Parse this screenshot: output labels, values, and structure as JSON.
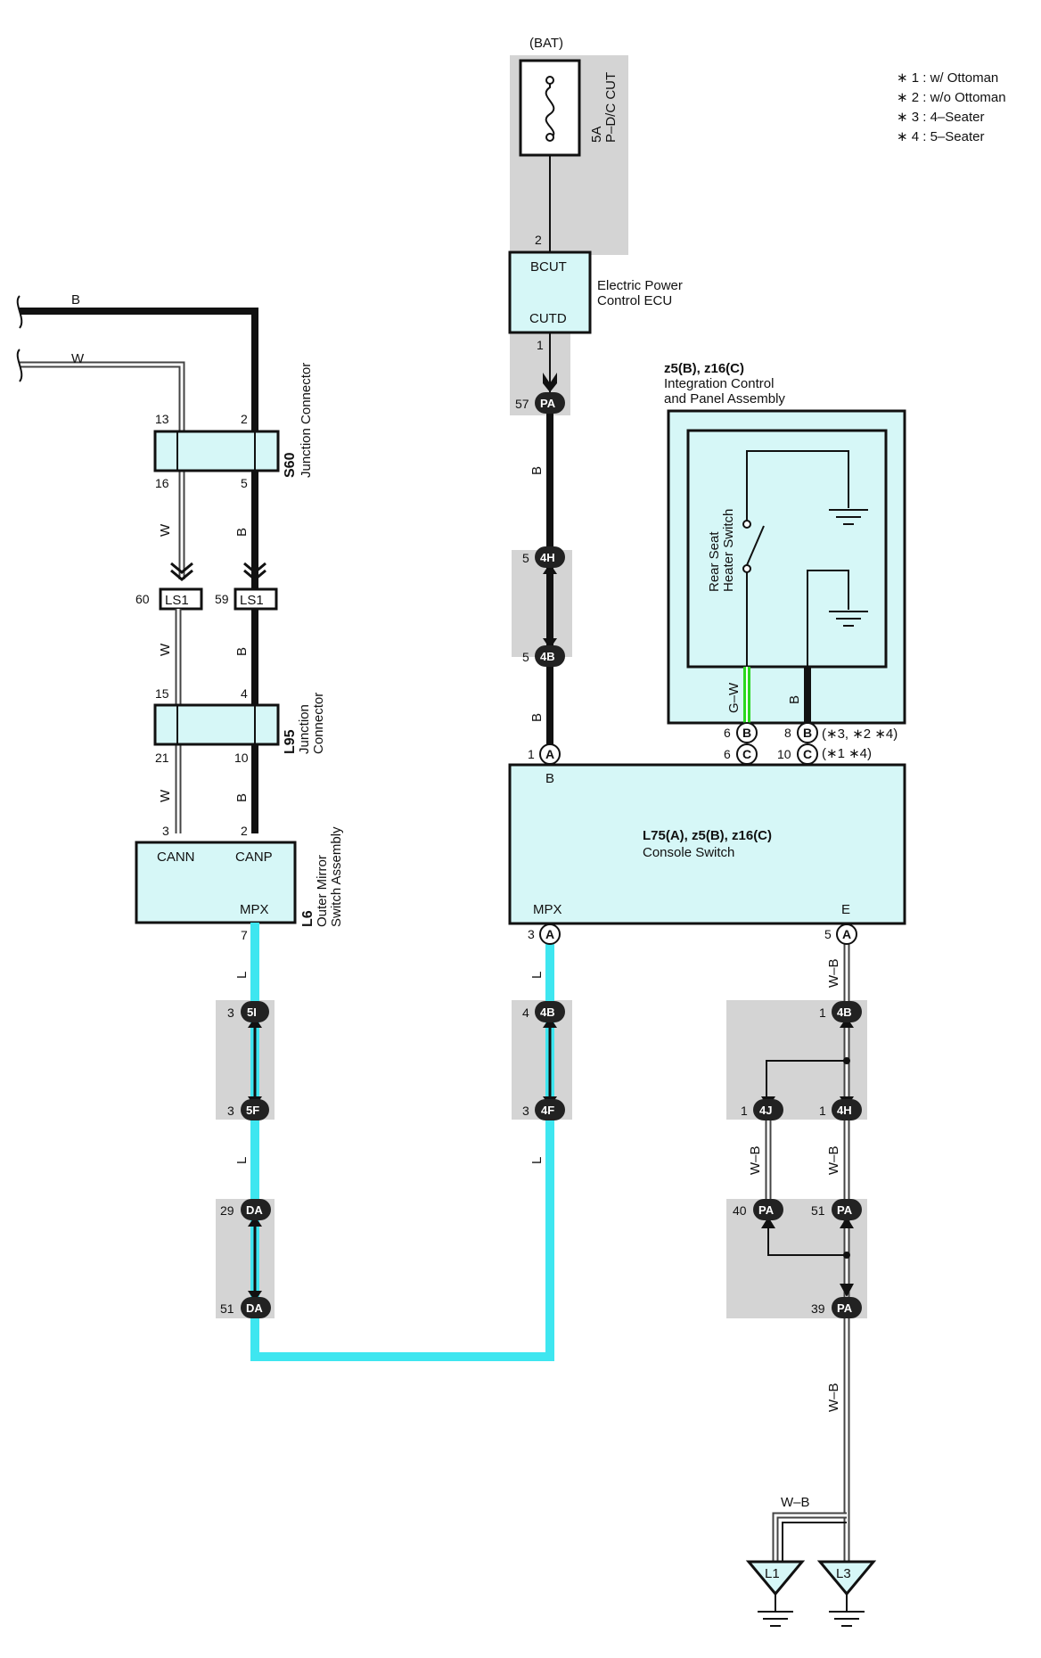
{
  "notes": [
    "∗ 1 : w/ Ottoman",
    "∗ 2 : w/o Ottoman",
    "∗ 3 : 4–Seater",
    "∗ 4 : 5–Seater"
  ],
  "fuse": {
    "source": "(BAT)",
    "rating": "5A",
    "name": "P–D/C CUT"
  },
  "ecu": {
    "name_line1": "Electric Power",
    "name_line2": "Control ECU",
    "pin_in": "BCUT",
    "pin_out": "CUTD",
    "pin_in_no": "2",
    "pin_out_no": "1"
  },
  "junction_s60": {
    "code": "S60",
    "name": "Junction Connector",
    "pins": [
      "13",
      "2",
      "16",
      "5"
    ]
  },
  "junction_l95": {
    "code": "L95",
    "name_line1": "Junction",
    "name_line2": "Connector",
    "pins": [
      "15",
      "4",
      "21",
      "10"
    ]
  },
  "ls1": {
    "label": "LS1",
    "pin_w": "60",
    "pin_b": "59"
  },
  "mirror": {
    "code": "L6",
    "name_line1": "Outer Mirror",
    "name_line2": "Switch Assembly",
    "cann": "CANN",
    "canp": "CANP",
    "mpx": "MPX",
    "pin_cann": "3",
    "pin_canp": "2",
    "pin_mpx": "7"
  },
  "integration": {
    "code": "z5(B), z16(C)",
    "name_line1": "Integration Control",
    "name_line2": "and Panel Assembly",
    "switch_line1": "Rear Seat",
    "switch_line2": "Heater Switch"
  },
  "console": {
    "code": "L75(A), z5(B), z16(C)",
    "name": "Console Switch",
    "pin_b": "B",
    "pin_mpx": "MPX",
    "pin_e": "E"
  },
  "variants": {
    "row1": "(∗3,  ∗2 ∗4)",
    "row2": "(∗1 ∗4)"
  },
  "wires": {
    "b": "B",
    "w": "W",
    "l": "L",
    "gw": "G–W",
    "wb": "W–B"
  },
  "connectors": {
    "pa": "PA",
    "h4": "4H",
    "b4": "4B",
    "a": "A",
    "b": "B",
    "c": "C",
    "i5": "5I",
    "f5": "5F",
    "da": "DA",
    "f4": "4F",
    "j4": "4J"
  },
  "pins": {
    "p57": "57",
    "p5a": "5",
    "p5b": "5",
    "p1": "1",
    "p6b": "6",
    "p8b": "8",
    "p6c": "6",
    "p10c": "10",
    "p3a": "3",
    "p5e": "5",
    "p3i": "3",
    "p3f": "3",
    "p29": "29",
    "p51da": "51",
    "p4b4": "4",
    "p3f4": "3",
    "p1b4": "1",
    "p1j": "1",
    "p1h": "1",
    "p40": "40",
    "p51pa": "51",
    "p39": "39"
  },
  "grounds": {
    "g1": "L1",
    "g2": "L3"
  }
}
